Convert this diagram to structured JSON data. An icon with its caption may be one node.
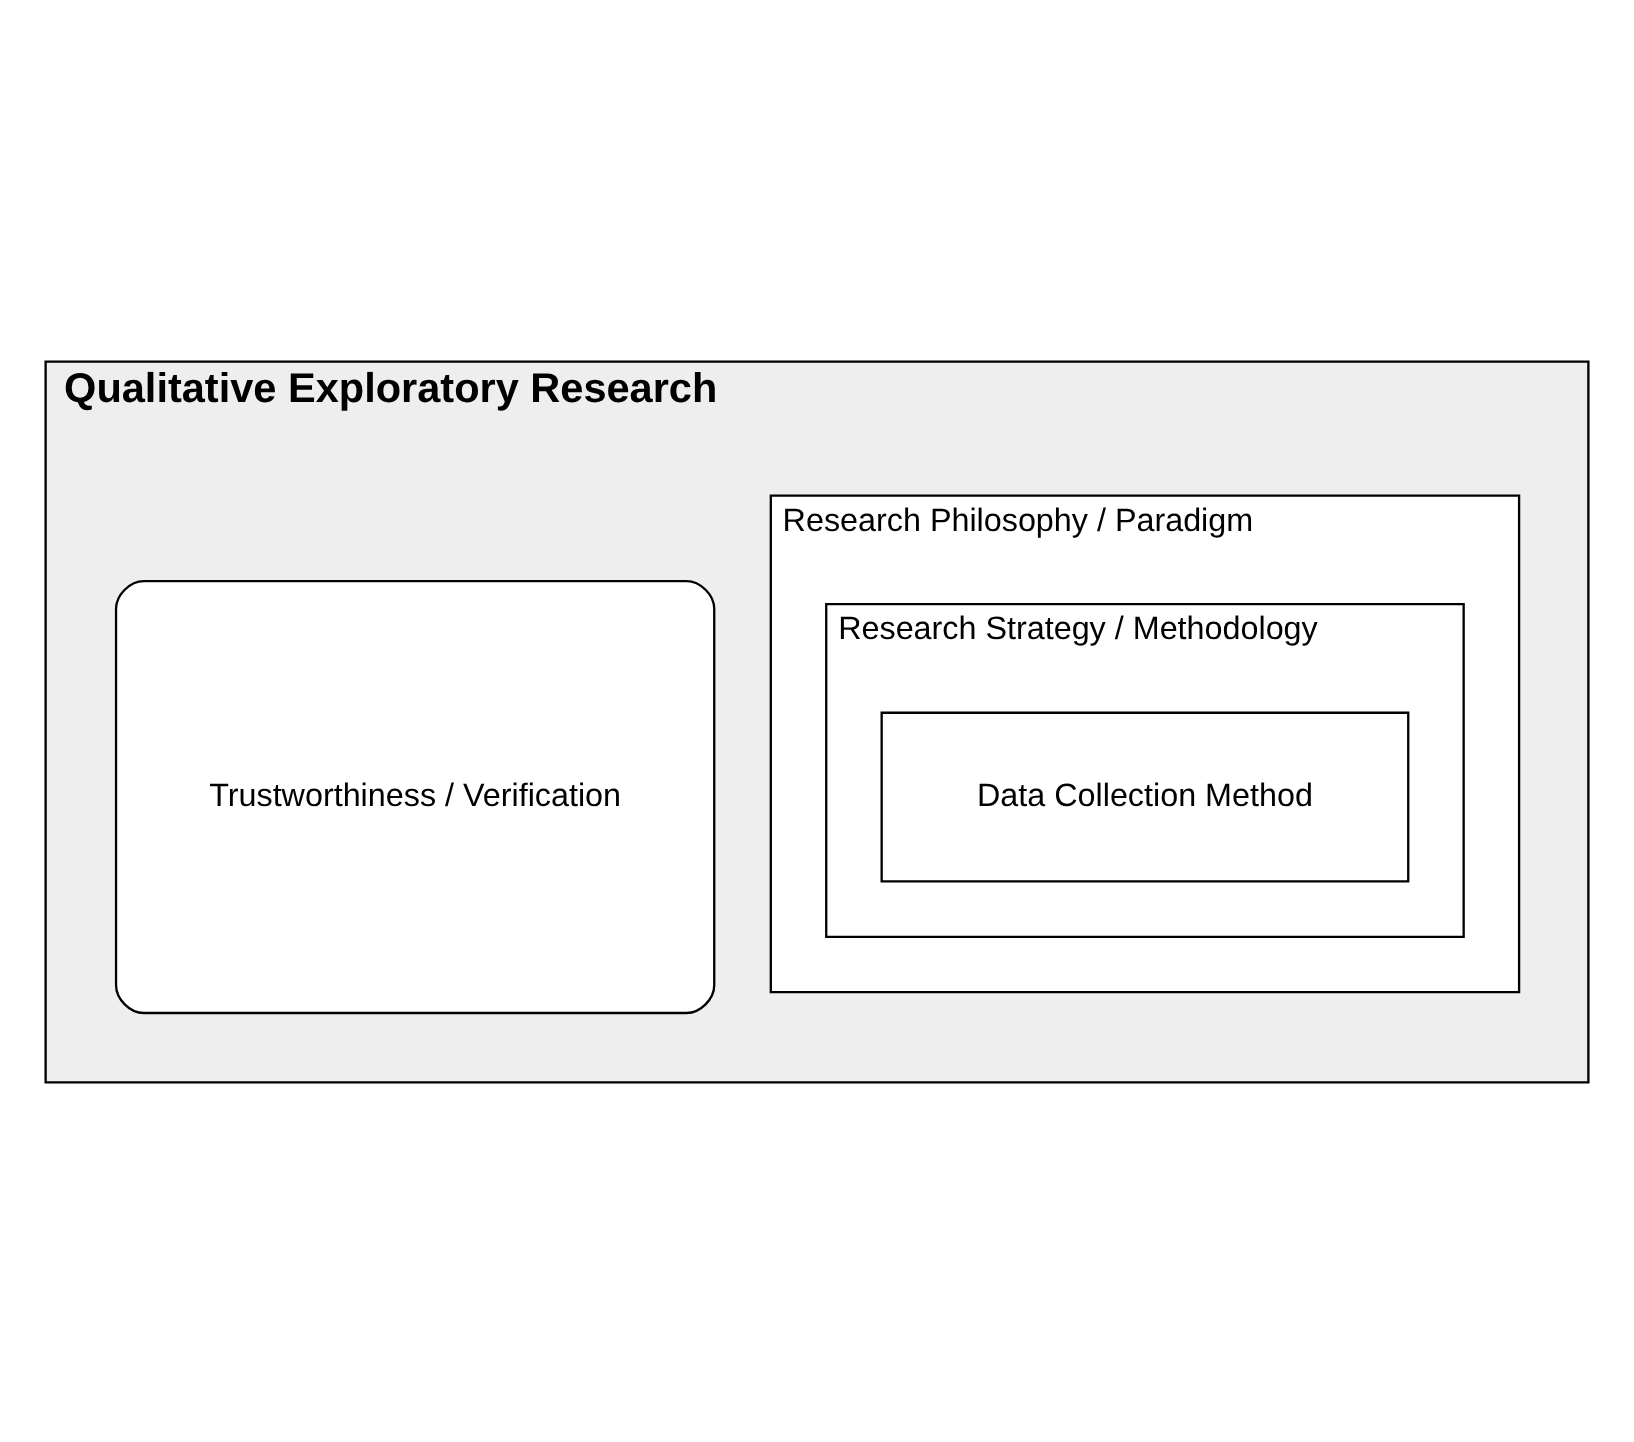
{
  "diagram": {
    "nodes": [
      {
        "text": [
          "Qualitative Exploratory Research"
        ]
      },
      {
        "text": [
          "Research Philosophy / Paradigm"
        ],
        "in": 0
      },
      {
        "text": [
          "Research Strategy / Methodology"
        ],
        "in": 1
      },
      {
        "text": [
          "Data Collection Method"
        ],
        "in": 2
      },
      {
        "text": [
          "Trustworthiness / Verification"
        ],
        "in": 0
      }
    ],
    "edges": []
  }
}
